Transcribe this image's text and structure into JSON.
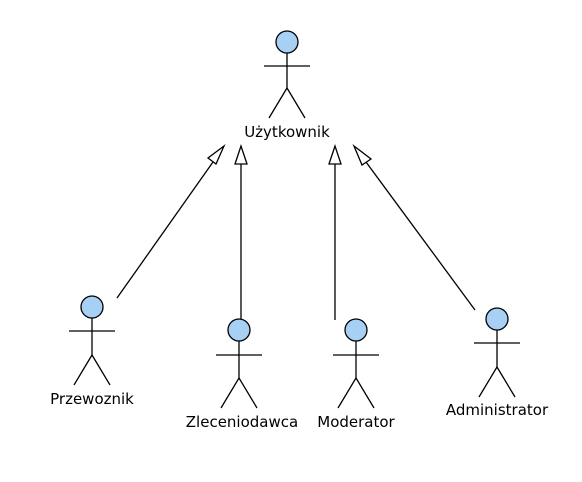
{
  "diagram": {
    "type": "uml-use-case-actor-generalization",
    "actor_head_color": "#a7d0f5",
    "line_color": "#000000",
    "parent": {
      "name": "Użytkownik"
    },
    "children": [
      {
        "name": "Przewoznik"
      },
      {
        "name": "Zleceniodawca"
      },
      {
        "name": "Moderator"
      },
      {
        "name": "Administrator"
      }
    ],
    "relationships": [
      {
        "from": "Przewoznik",
        "to": "Użytkownik",
        "kind": "generalization"
      },
      {
        "from": "Zleceniodawca",
        "to": "Użytkownik",
        "kind": "generalization"
      },
      {
        "from": "Moderator",
        "to": "Użytkownik",
        "kind": "generalization"
      },
      {
        "from": "Administrator",
        "to": "Użytkownik",
        "kind": "generalization"
      }
    ]
  }
}
